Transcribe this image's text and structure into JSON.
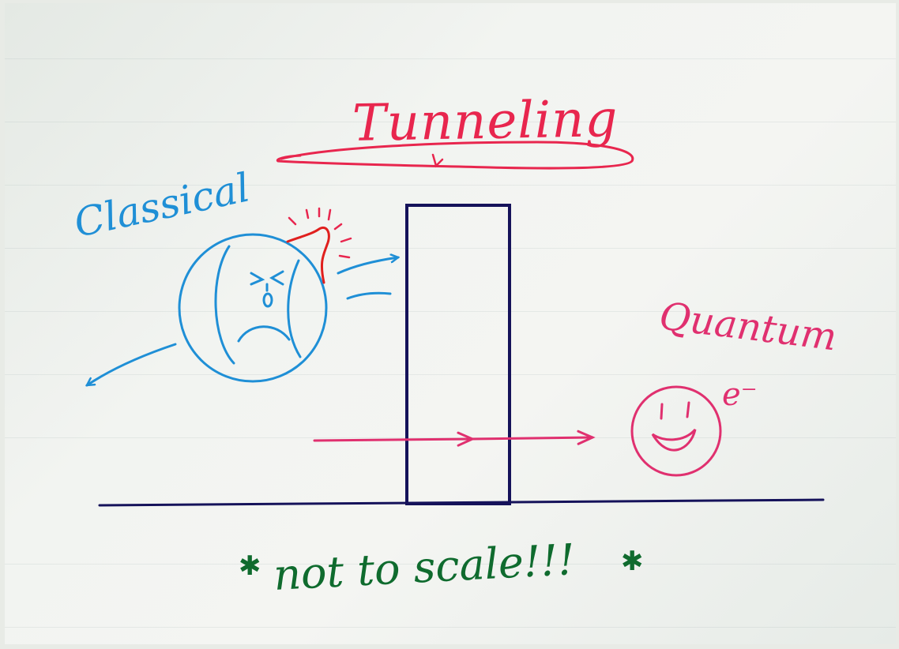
{
  "title": "Tunneling",
  "labels": {
    "classical": "Classical",
    "quantum": "Quantum",
    "electron": "e⁻",
    "note": "not to scale!!!"
  },
  "symbols": {
    "note_prefix": "✱",
    "note_suffix": "✱"
  },
  "colors": {
    "title": "#e8264e",
    "classical": "#1f8fd6",
    "quantum": "#e0306f",
    "barrier": "#15125a",
    "note": "#0f6b2e",
    "bump": "#e0201e"
  },
  "icons": {
    "classical_ball": "angry-ball-icon",
    "electron": "smiley-electron-icon"
  }
}
